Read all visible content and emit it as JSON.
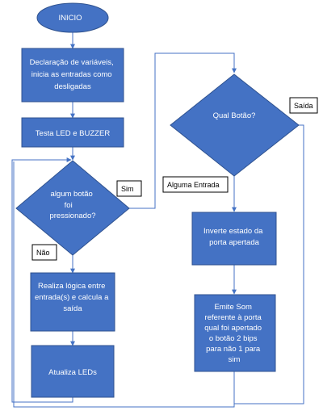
{
  "nodes": {
    "inicio": [
      "INICIO"
    ],
    "declaracao": [
      "Declaração de variáveis,",
      "inicia  as entradas como",
      "desligadas"
    ],
    "testa": [
      "Testa LED e BUZZER"
    ],
    "algum_botao": [
      "algum botão",
      "foi",
      "pressionado?"
    ],
    "realiza": [
      "Realiza lógica  entre",
      "entrada(s) e calcula a",
      "saída"
    ],
    "atualiza": [
      "Atualiza  LEDs"
    ],
    "qual_botao": [
      "Qual Botão?"
    ],
    "inverte": [
      "Inverte estado da",
      "porta apertada"
    ],
    "emite": [
      "Emite Som",
      "referente à porta",
      "qual foi apertado",
      "o botão 2 bips",
      "para não 1 para",
      "sim"
    ]
  },
  "edge_labels": {
    "sim": "Sim",
    "nao": "Não",
    "saida": "Saída",
    "alguma_entrada": "Alguma Entrada"
  }
}
